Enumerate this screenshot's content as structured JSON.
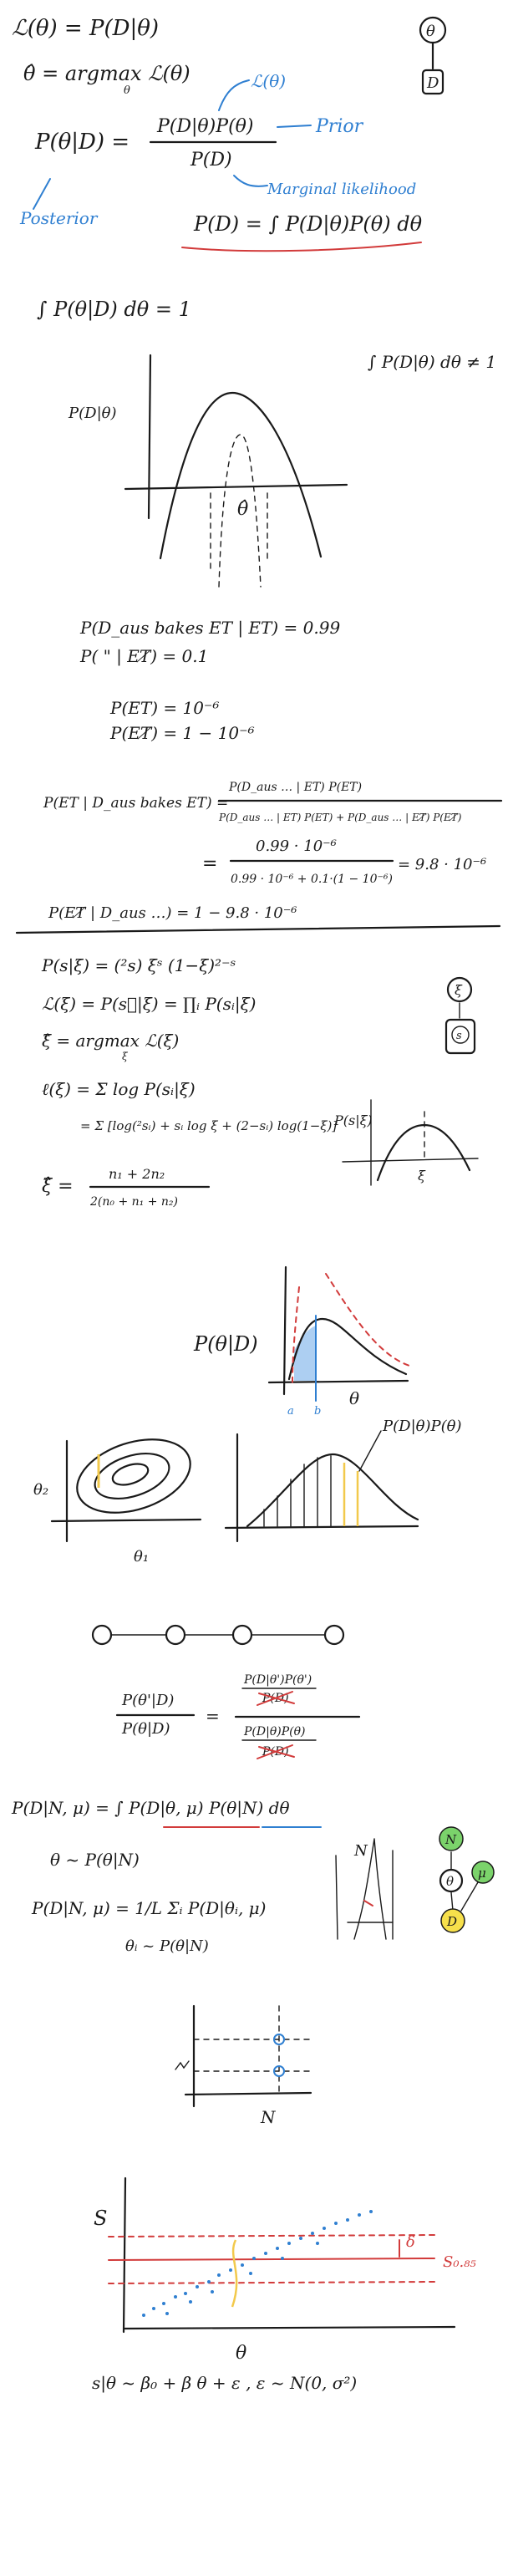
{
  "notes": {
    "section1": {
      "likelihood_def": "ℒ(θ) = P(D|θ)",
      "mle": "θ̂ = argmax ℒ(θ)",
      "mle_sub": "θ",
      "bayes_lhs": "P(θ|D) =",
      "bayes_num": "P(D|θ)P(θ)",
      "bayes_den": "P(D)",
      "label_likelihood": "ℒ(θ)",
      "label_prior": "Prior",
      "label_posterior": "Posterior",
      "label_marginal": "Marginal likelihood",
      "marginal_eq": "P(D) = ∫ P(D|θ)P(θ) dθ",
      "graph_theta": "θ",
      "graph_d": "D"
    },
    "section2": {
      "normalization": "∫ P(θ|D) dθ = 1",
      "not_normalized": "∫ P(D|θ) dθ ≠ 1",
      "curve_label": "P(D|θ)",
      "theta_hat": "θ̂"
    },
    "section3": {
      "line1": "P(D_aus bakes ET | ET) = 0.99",
      "line2": "P(        \"        | ET̸) = 0.1",
      "line3": "P(ET) = 10⁻⁶",
      "line4": "P(ET̸) = 1 − 10⁻⁶",
      "post_lhs": "P(ET | D_aus bakes ET) =",
      "post_num": "P(D_aus … | ET) P(ET)",
      "post_den": "P(D_aus … | ET) P(ET) + P(D_aus … | ET̸) P(ET̸)",
      "calc_num": "0.99 · 10⁻⁶",
      "calc_den": "0.99 · 10⁻⁶ + 0.1·(1 − 10⁻⁶)",
      "calc_res": "= 9.8 · 10⁻⁶",
      "complement": "P(ET̸ | D_aus …) = 1 − 9.8 · 10⁻⁶"
    },
    "section4": {
      "binom": "P(s|ξ) = (²s) ξˢ (1−ξ)²⁻ˢ",
      "lik": "ℒ(ξ) = P(s⃗|ξ) = ∏ᵢ P(sᵢ|ξ)",
      "argmax": "ξ̂ = argmax ℒ(ξ)",
      "argmax_sub": "ξ",
      "loglik": "ℓ(ξ) = Σ log P(sᵢ|ξ)",
      "loglik2": "= Σ [log(²sᵢ) + sᵢ log ξ + (2−sᵢ) log(1−ξ)]",
      "xi_hat_num": "n₁ + 2n₂",
      "xi_hat_den": "2(n₀ + n₁ + n₂)",
      "xi_hat_lhs": "ξ̂ =",
      "mini_plot_label": "P(s|ξ)",
      "mini_plot_x": "ξ",
      "node_xi": "ξ",
      "node_s": "s"
    },
    "section5": {
      "posterior_label": "P(θ|D)",
      "x_axis": "θ",
      "tick_a": "a",
      "tick_b": "b"
    },
    "section6": {
      "y_axis": "θ₂",
      "x_axis": "θ₁",
      "right_label": "P(D|θ)P(θ)"
    },
    "section7": {
      "ratio_lhs_num": "P(θ'|D)",
      "ratio_lhs_den": "P(θ|D)",
      "ratio_rhs_num": "P(D|θ')P(θ')",
      "ratio_rhs_num_struck": "P(D)",
      "ratio_rhs_den": "P(D|θ)P(θ)",
      "ratio_rhs_den_struck": "P(D)"
    },
    "section8": {
      "hier": "P(D|N, μ) = ∫ P(D|θ, μ) P(θ|N) dθ",
      "sample": "θ ~ P(θ|N)",
      "mc": "P(D|N, μ) = 1/L Σᵢ P(D|θᵢ, μ)",
      "sample_i": "θᵢ ~ P(θ|N)",
      "tree_label": "N",
      "node_n": "N",
      "node_theta": "θ",
      "node_mu": "μ",
      "node_d": "D"
    },
    "section9": {
      "x_axis": "N"
    },
    "section10": {
      "y_axis": "S",
      "x_axis": "θ",
      "delta": "δ",
      "s_label": "S₀.₈₅",
      "model": "s|θ ~ β₀ + β θ + ε ,  ε ~ N(0, σ²)"
    }
  }
}
